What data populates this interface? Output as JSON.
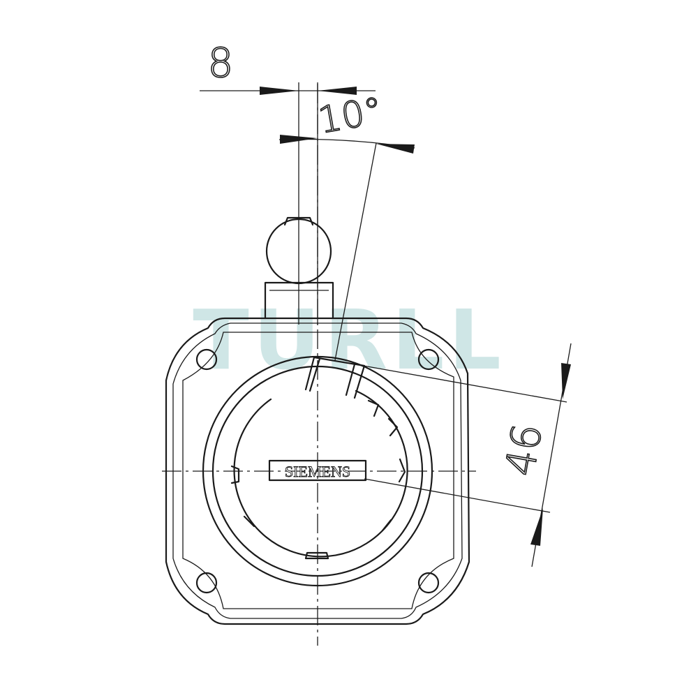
{
  "dimensions": {
    "width_value": "8",
    "angle_value": "10°",
    "length_value": "46"
  },
  "label": {
    "brand": "SIEMENS"
  },
  "watermark": {
    "text": "TURLL",
    "color": "#a9d2d2"
  },
  "colors": {
    "line": "#1a1a1a",
    "background": "#ffffff"
  }
}
